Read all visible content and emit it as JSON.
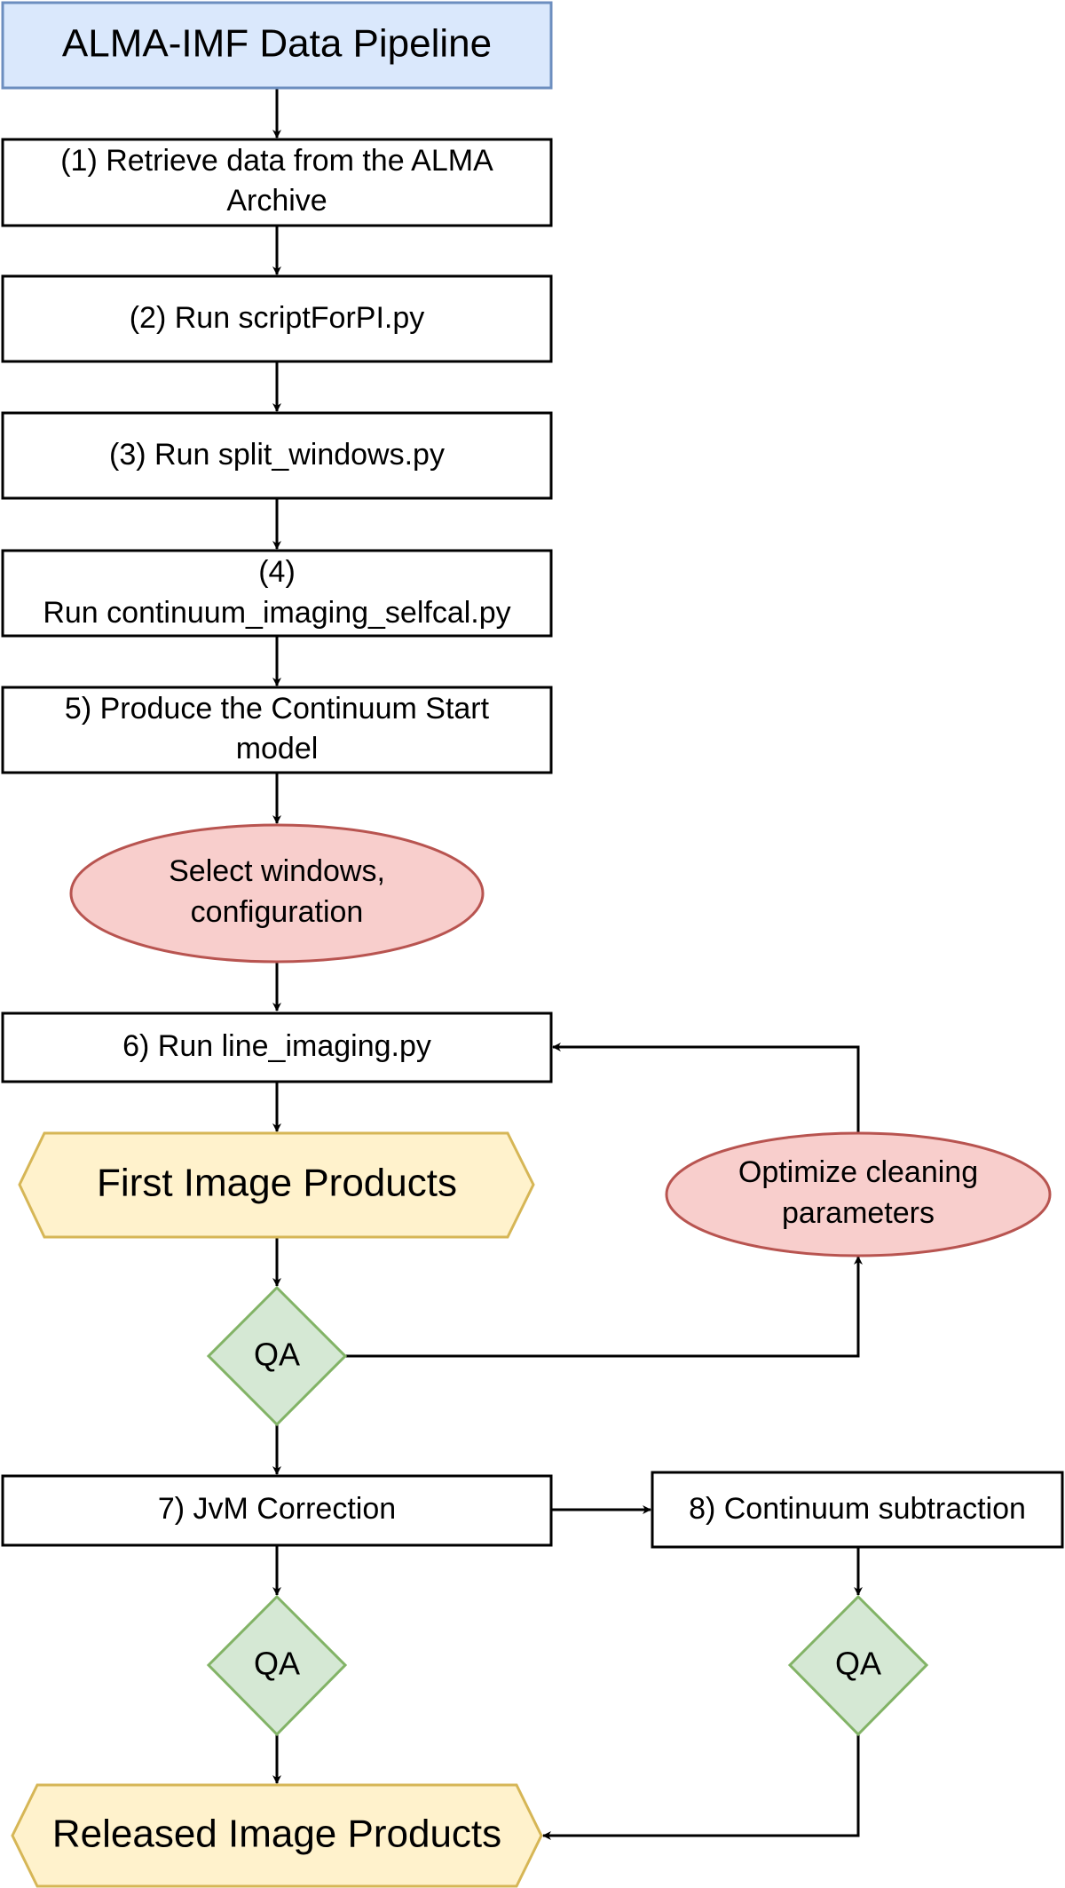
{
  "diagram": {
    "title": "ALMA-IMF Data Pipeline",
    "colors": {
      "title_fill": "#dae8fc",
      "title_stroke": "#6c8ebf",
      "process_fill": "#ffffff",
      "process_stroke": "#000000",
      "ellipse_fill": "#f8cecc",
      "ellipse_stroke": "#b85450",
      "product_fill": "#fff2cc",
      "product_stroke": "#d6b656",
      "qa_fill": "#d5e8d4",
      "qa_stroke": "#82b366"
    },
    "nodes": {
      "step1": [
        "(1) Retrieve data from the ALMA",
        "Archive"
      ],
      "step2": "(2) Run scriptForPI.py",
      "step3": "(3) Run split_windows.py",
      "step4": [
        "(4)",
        "Run continuum_imaging_selfcal.py"
      ],
      "step5": [
        "5) Produce the Continuum Start",
        "model"
      ],
      "select": [
        "Select windows,",
        "configuration"
      ],
      "step6": "6) Run line_imaging.py",
      "first_products": "First Image Products",
      "qa1": "QA",
      "optimize": [
        "Optimize cleaning",
        "parameters"
      ],
      "step7": "7) JvM Correction",
      "step8": "8) Continuum subtraction",
      "qa2": "QA",
      "qa3": "QA",
      "released_products": "Released Image Products"
    },
    "edges": [
      {
        "from": "title",
        "to": "step1"
      },
      {
        "from": "step1",
        "to": "step2"
      },
      {
        "from": "step2",
        "to": "step3"
      },
      {
        "from": "step3",
        "to": "step4"
      },
      {
        "from": "step4",
        "to": "step5"
      },
      {
        "from": "step5",
        "to": "select"
      },
      {
        "from": "select",
        "to": "step6"
      },
      {
        "from": "step6",
        "to": "first_products"
      },
      {
        "from": "first_products",
        "to": "qa1"
      },
      {
        "from": "qa1",
        "to": "optimize"
      },
      {
        "from": "optimize",
        "to": "step6"
      },
      {
        "from": "qa1",
        "to": "step7"
      },
      {
        "from": "step7",
        "to": "step8"
      },
      {
        "from": "step7",
        "to": "qa2"
      },
      {
        "from": "step8",
        "to": "qa3"
      },
      {
        "from": "qa2",
        "to": "released_products"
      },
      {
        "from": "qa3",
        "to": "released_products"
      }
    ]
  }
}
